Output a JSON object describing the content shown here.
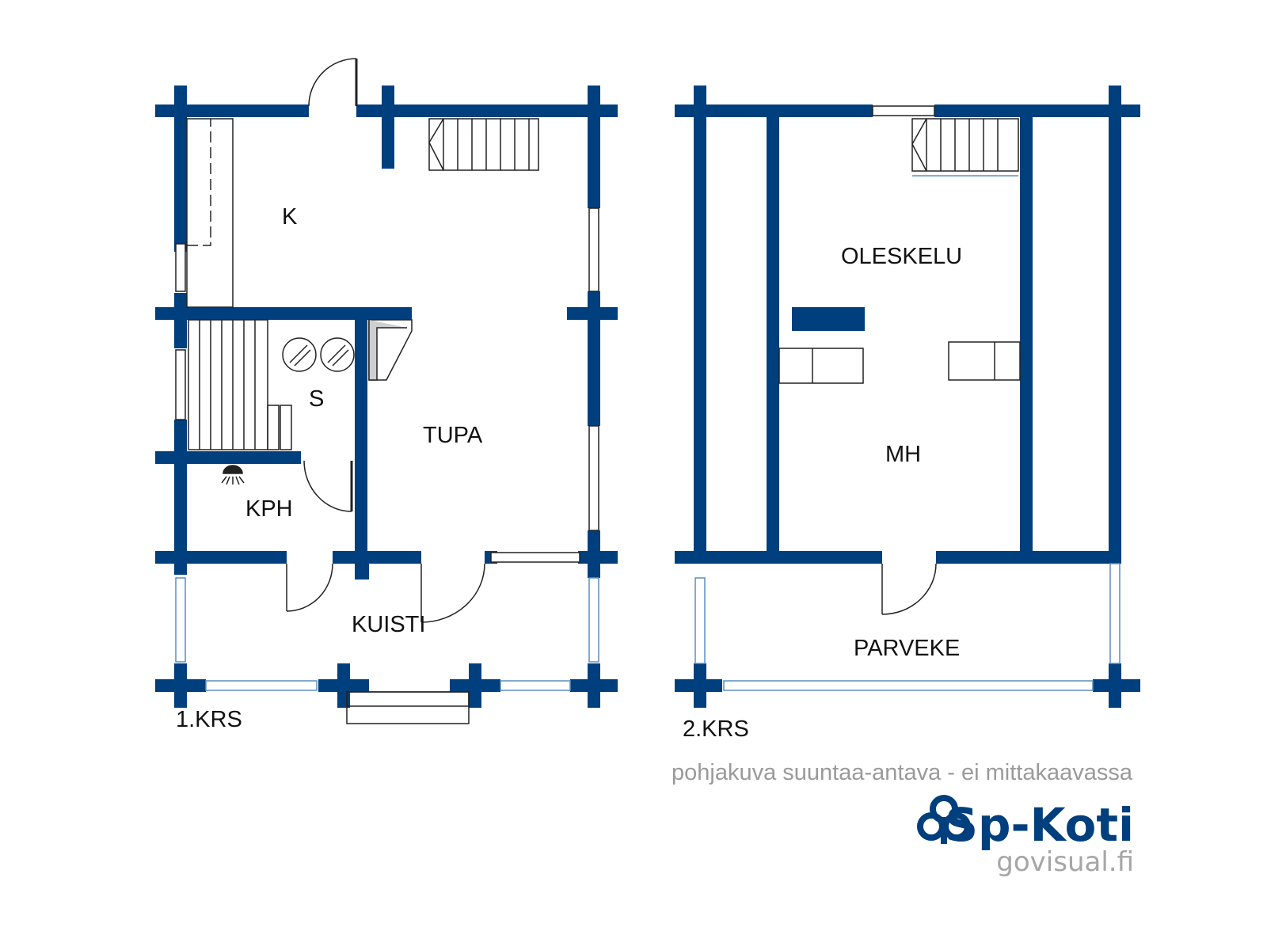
{
  "colors": {
    "wall": "#003f7d",
    "line": "#222222",
    "window": "#5a8fc0",
    "note": "#9a9a9a",
    "logo": "#003f7d"
  },
  "floor1": {
    "label": "1.KRS",
    "rooms": {
      "kitchen": "K",
      "sauna": "S",
      "living": "TUPA",
      "bathroom": "KPH",
      "porch": "KUISTI"
    }
  },
  "floor2": {
    "label": "2.KRS",
    "rooms": {
      "lounge": "OLESKELU",
      "bedroom": "MH",
      "balcony": "PARVEKE"
    }
  },
  "footer": {
    "disclaimer": "pohjakuva suuntaa-antava - ei mittakaavassa",
    "brand": "Sp-Koti",
    "credit": "govisual.fi"
  },
  "icons": {
    "brand_logo": "sp-koti-tree-icon",
    "shower": "shower-icon",
    "sauna_stove": "stove-icon"
  }
}
